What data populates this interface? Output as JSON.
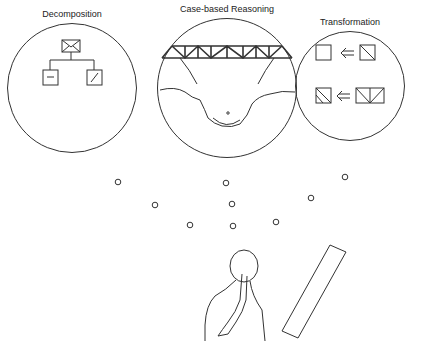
{
  "diagram": {
    "nodes": [
      {
        "text": [
          "Decomposition"
        ]
      },
      {
        "text": [
          "Case-based Reasoning"
        ]
      },
      {
        "text": [
          "Transformation"
        ]
      }
    ]
  }
}
